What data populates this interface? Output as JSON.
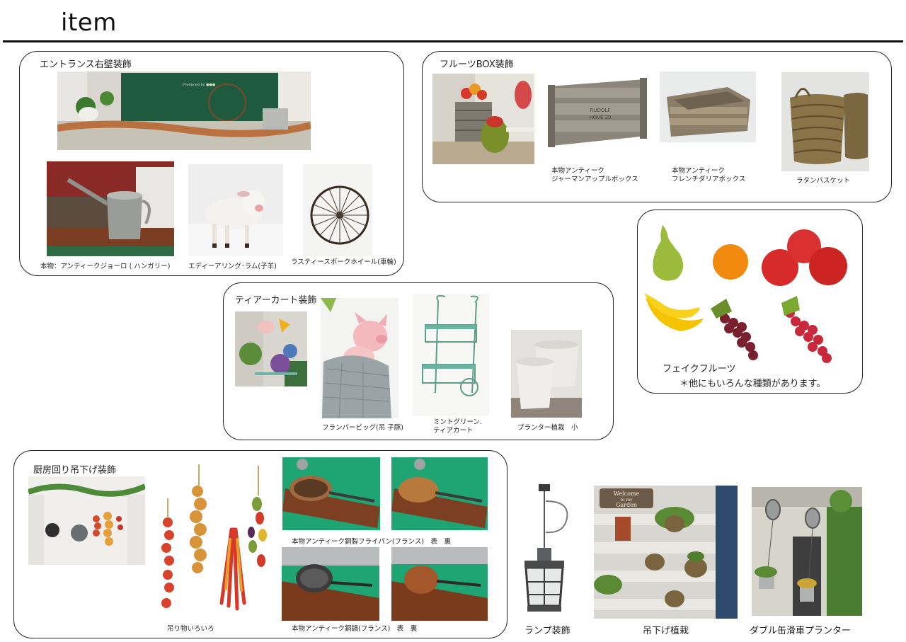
{
  "page": {
    "title": "item"
  },
  "entrance": {
    "title": "エントランス右壁装飾",
    "captions": {
      "watering_can": "本物：アンティークジョーロ ( ハンガリー)",
      "lamb": "エディーアリング･ラム(子羊)",
      "wheel": "ラスティースポークホイール(車輪)"
    }
  },
  "fruit_box": {
    "title": "フルーツBOX装飾",
    "captions": {
      "german_box_1": "本物アンティーク",
      "german_box_2": "ジャーマンアップルボックス",
      "french_box_1": "本物アンティーク",
      "french_box_2": "フレンチダリアボックス",
      "rattan": "ラタンバスケット"
    }
  },
  "fake_fruits": {
    "title": "フェイクフルーツ",
    "note": "＊他にもいろんな種類があります。"
  },
  "tea_cart": {
    "title": "ティアーカート装飾",
    "captions": {
      "pig": "フランバービッグ(吊 子豚)",
      "cart_1": "ミントグリーン.",
      "cart_2": "ティアカート",
      "planter": "プランター植栽　小"
    }
  },
  "kitchen": {
    "title": "厨房回り吊下げ装飾",
    "captions": {
      "hanging": "吊り物いろいろ",
      "fry_pan": "本物アンティーク銅製フライパン(フランス)　表　裏",
      "pot": "本物アンティーク銅鍋(フランス)　表　裏"
    }
  },
  "extras": {
    "lamp": "ランプ装飾",
    "hanging_plants": "吊下げ植栽",
    "pulley_planter": "ダブル缶滑車プランター"
  }
}
